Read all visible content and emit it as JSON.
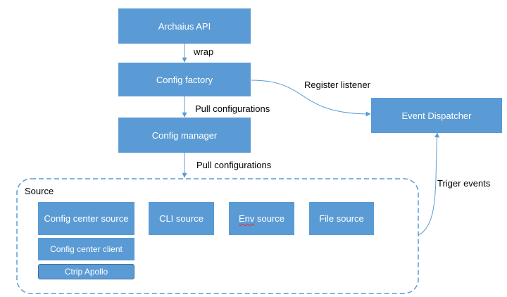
{
  "nodes": {
    "archaius_api": "Archaius API",
    "config_factory": "Config factory",
    "config_manager": "Config manager",
    "event_dispatcher": "Event Dispatcher",
    "config_center_source": "Config center source",
    "cli_source": "CLI source",
    "env_source_prefix": "Env",
    "env_source_suffix": " source",
    "file_source": "File source",
    "config_center_client": "Config center client",
    "ctrip_apollo": "Ctrip Apollo"
  },
  "edges": {
    "wrap": "wrap",
    "pull_configurations_1": "Pull configurations",
    "pull_configurations_2": "Pull configurations",
    "register_listener": "Register listener",
    "triger_events": "Triger events"
  },
  "group": {
    "source_label": "Source"
  },
  "colors": {
    "box_fill": "#5b9bd5",
    "connector": "#5b9bd5",
    "text": "#ffffff"
  }
}
